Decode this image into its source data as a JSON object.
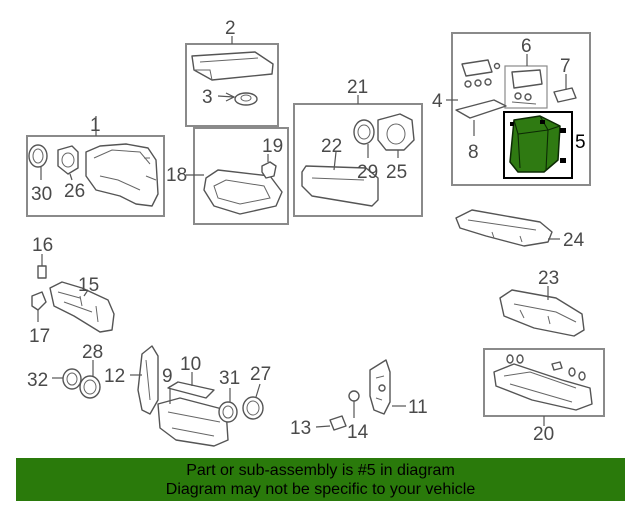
{
  "diagram": {
    "callouts": [
      "1",
      "2",
      "3",
      "4",
      "5",
      "6",
      "7",
      "8",
      "9",
      "10",
      "11",
      "12",
      "13",
      "14",
      "15",
      "16",
      "17",
      "18",
      "19",
      "20",
      "21",
      "22",
      "23",
      "24",
      "25",
      "26",
      "27",
      "28",
      "29",
      "30",
      "31",
      "32"
    ],
    "highlighted_part": "5"
  },
  "banner": {
    "line1": "Part or sub-assembly is #5 in diagram",
    "line2": "Diagram may not be specific to your vehicle"
  },
  "colors": {
    "highlight_green": "#2f7a12",
    "banner_green": "#2a7a0b"
  }
}
